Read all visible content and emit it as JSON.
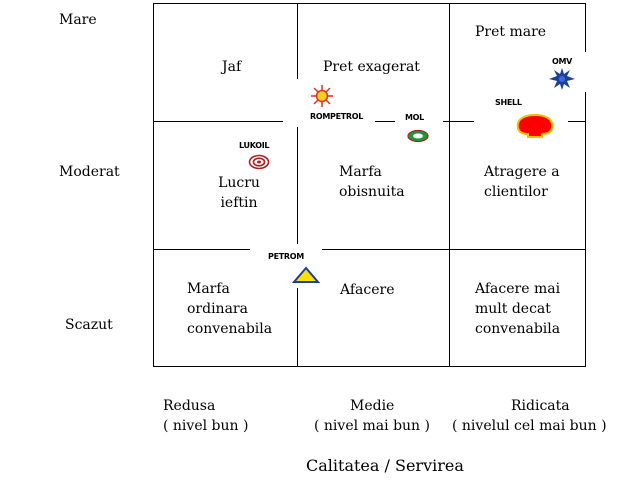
{
  "y_axis": {
    "high": "Mare",
    "medium": "Moderat",
    "low": "Scazut"
  },
  "x_axis": {
    "title": "Calitatea / Servirea",
    "low": {
      "label": "Redusa",
      "sub": "( nivel bun )"
    },
    "medium": {
      "label": "Medie",
      "sub": "( nivel mai bun )"
    },
    "high": {
      "label": "Ridicata",
      "sub": "( nivelul cel mai bun )"
    }
  },
  "cells": {
    "r1c1": "Jaf",
    "r1c2": "Pret exagerat",
    "r1c3": "Pret mare",
    "r2c1": "Lucru\nieftin",
    "r2c2": "Marfa\nobisnuita",
    "r2c3": "Atragere a\nclientilor",
    "r3c1": "Marfa\nordinara\nconvenabila",
    "r3c2": "Afacere",
    "r3c3": "Afacere mai\nmult decat\nconvenabila"
  },
  "brands": {
    "omv": "OMV",
    "rompetrol": "ROMPETROL",
    "mol": "MOL",
    "shell": "SHELL",
    "lukoil": "LUKOIL",
    "petrom": "PETROM"
  },
  "icons": {
    "omv": "star-burst-icon",
    "rompetrol": "sun-icon",
    "mol": "ring-icon",
    "shell": "shell-icon",
    "lukoil": "target-icon",
    "petrom": "triangle-icon"
  },
  "colors": {
    "omv": "#1c3f9e",
    "rompetrol": "#e03020",
    "mol": "#1a9a40",
    "shell": "#ff0000",
    "lukoil": "#b02020",
    "petrom": "#ffe000"
  }
}
